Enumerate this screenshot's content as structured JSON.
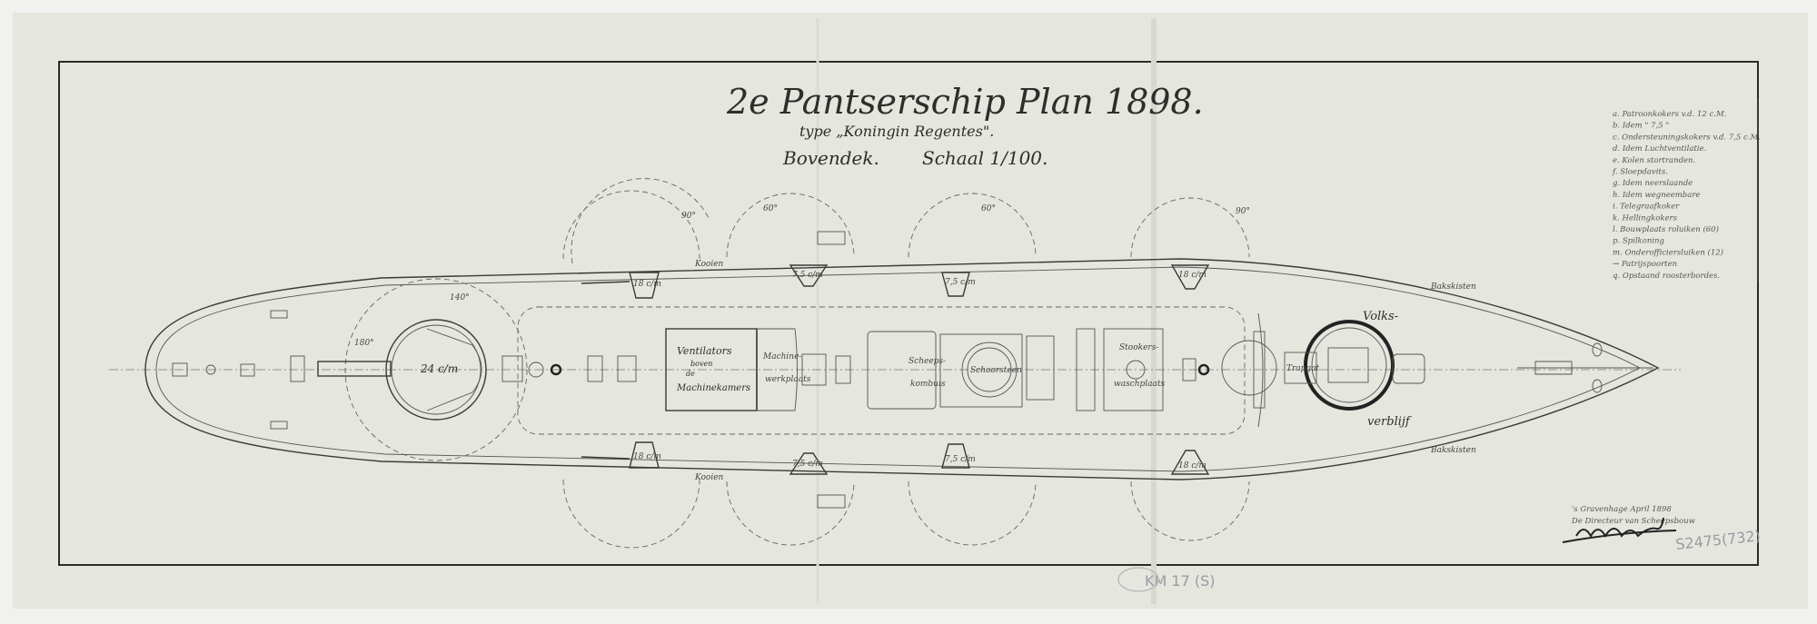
{
  "title": {
    "main": "2e Pantserschip Plan 1898.",
    "type_line": "type „Koningin Regentes\".",
    "deck": "Bovendek.",
    "scale": "Schaal 1/100."
  },
  "legend": [
    "a. Patroonkokers v.d. 12 c.M.",
    "b. Idem    \" 7,5 \"",
    "c. Ondersteuningskokers v.d. 7,5 c.M.",
    "d. Idem    Luchtventilatie.",
    "e. Kolen stortranden.",
    "f. Sloepdavits.",
    "g. Idem    neerslaande",
    "h. Idem    wegneembare",
    "i. Telegraafkoker",
    "k. Hellingkokers",
    "l. Bouwplaats roluiken (60)",
    "p. Spilkoning",
    "m. Onderofficiersluiken (12)",
    "→ Patrijspoorten",
    "q. Opstaand roosterbordes."
  ],
  "plan_labels": {
    "turret_aft": "24 c/m",
    "gun_18": "18 c/m",
    "gun_75": "7,5 c/m",
    "kooien": "Kooien",
    "ventilators": [
      "Ventilators",
      "boven",
      "de",
      "Machinekamers"
    ],
    "machine_werkplaats": [
      "Machine-",
      "werkplaats"
    ],
    "kombuis": [
      "Scheeps-",
      "kombuis"
    ],
    "schoorsteen": "Schoorsteen",
    "stookers": [
      "Stookers-",
      "waschplaats"
    ],
    "volks": "Volks-",
    "verblijf": "verblijf",
    "trapgat": "Trapgat",
    "bakskisten": "Bakskisten",
    "angle_90": "90°",
    "angle_60": "60°",
    "angle_180": "180°",
    "angle_140": "140°"
  },
  "signature_block": {
    "place_date": "'s Gravenhage   April 1898",
    "role": "De Directeur van Scheepsbouw",
    "signature": "signature"
  },
  "archive_marks": {
    "number": "S2475(732)",
    "stamp": "KM 17 (S)"
  }
}
